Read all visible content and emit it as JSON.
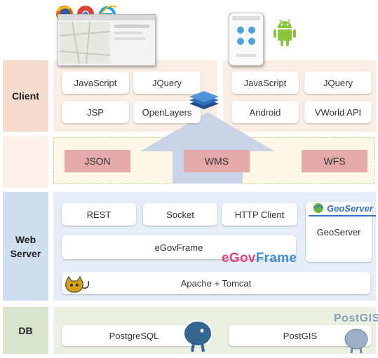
{
  "rows": {
    "client": "Client",
    "web_server_line1": "Web",
    "web_server_line2": "Server",
    "db": "DB"
  },
  "client_left": {
    "javascript": "JavaScript",
    "jquery": "JQuery",
    "jsp": "JSP",
    "openlayers": "OpenLayers"
  },
  "client_right": {
    "javascript": "JavaScript",
    "jquery": "JQuery",
    "android": "Android",
    "vworld": "VWorld API"
  },
  "formats": {
    "json": "JSON",
    "wms": "WMS",
    "wfs": "WFS"
  },
  "web_server": {
    "rest": "REST",
    "socket": "Socket",
    "http_client": "HTTP Client",
    "egovframe": "eGovFrame",
    "egovframe_logo_part1": "eGov",
    "egovframe_logo_part2": "Frame",
    "geoserver_logo": "GeoServer",
    "geoserver": "GeoServer",
    "apache_tomcat": "Apache + Tomcat"
  },
  "db": {
    "postgresql": "PostgreSQL",
    "postgis": "PostGIS",
    "postgis_logo": "PostGIS"
  },
  "colors": {
    "client_band": "#fbeee4",
    "web_band": "#e5eef8",
    "db_band": "#eaf0e2",
    "format_box": "#e6a9a9",
    "egov_pink": "#e0457c",
    "egov_blue": "#3d8fd6"
  },
  "icons": [
    "firefox-icon",
    "chrome-icon",
    "ie-icon",
    "android-icon",
    "layers-icon",
    "tomcat-icon",
    "postgresql-elephant-icon",
    "postgis-elephant-icon",
    "geoserver-globe-icon"
  ]
}
